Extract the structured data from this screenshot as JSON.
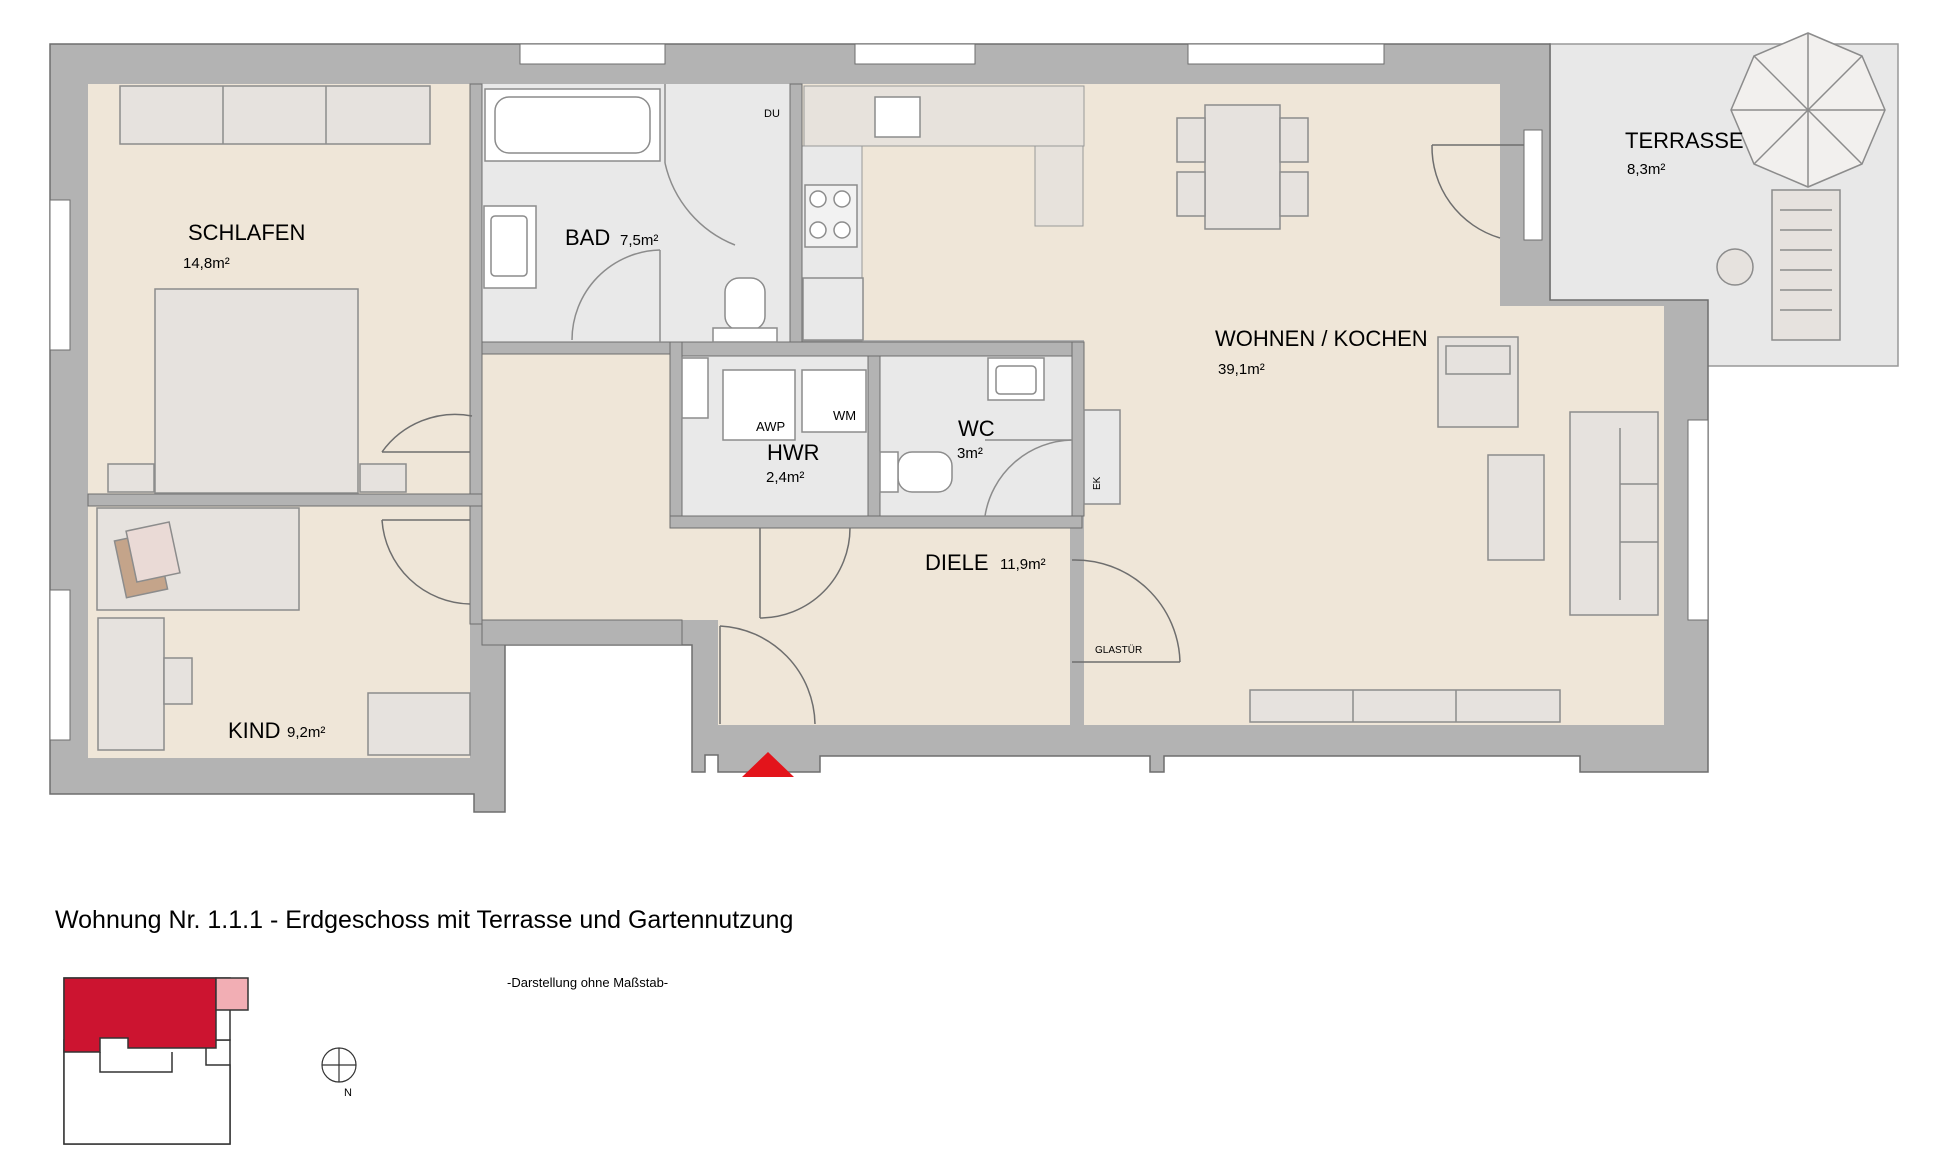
{
  "colors": {
    "wall": "#b3b3b3",
    "wall_edge": "#6e6e6e",
    "floor_wood": "#efe6d8",
    "floor_tile": "#e9e9e9",
    "terrace": "#e8e8e8",
    "furniture": "#e6e2de",
    "entry_marker": "#e3141b",
    "keyplan_unit": "#cc1430",
    "keyplan_terrace": "#f2aeb4"
  },
  "rooms": {
    "schlafen": {
      "name": "SCHLAFEN",
      "area": "14,8m²"
    },
    "bad": {
      "name": "BAD",
      "area": "7,5m²"
    },
    "du": "DU",
    "wohnen": {
      "name": "WOHNEN / KOCHEN",
      "area": "39,1m²"
    },
    "terrasse": {
      "name": "TERRASSE",
      "area": "8,3m²"
    },
    "hwr": {
      "name": "HWR",
      "area": "2,4m²"
    },
    "awp": "AWP",
    "wm": "WM",
    "wc": {
      "name": "WC",
      "area": "3m²"
    },
    "diele": {
      "name": "DIELE",
      "area": "11,9m²"
    },
    "glastuer": "GLASTÜR",
    "ek": "EK",
    "kind": {
      "name": "KIND",
      "area": "9,2m²"
    }
  },
  "caption": "Wohnung Nr. 1.1.1 - Erdgeschoss mit Terrasse und Gartennutzung",
  "scale_note": "-Darstellung ohne Maßstab-",
  "north_label": "N"
}
